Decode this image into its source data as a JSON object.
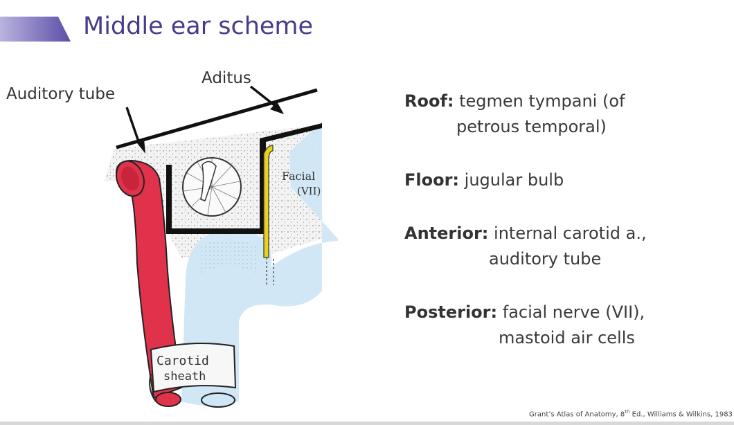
{
  "slide": {
    "title": "Middle ear scheme",
    "accent_color": "#5c4fa8"
  },
  "figure": {
    "labels": {
      "auditory_tube": "Auditory tube",
      "aditus": "Aditus",
      "facial": "Facial",
      "facial_numeral": "(VII)",
      "carotid": "Carotid",
      "sheath": "sheath"
    },
    "colors": {
      "carotid_artery": "#e0324a",
      "jugular": "#cfe6f5",
      "facial_nerve": "#e8d21a",
      "bone": "#f4f4f4"
    }
  },
  "walls": [
    {
      "name": "Roof:",
      "line1": " tegmen tympani (of",
      "line2": "petrous temporal)"
    },
    {
      "name": "Floor:",
      "line1": " jugular bulb",
      "line2": ""
    },
    {
      "name": "Anterior:",
      "line1": " internal carotid a.,",
      "line2": "auditory tube"
    },
    {
      "name": "Posterior:",
      "line1": " facial nerve (VII),",
      "line2": "mastoid air cells"
    }
  ],
  "citation": {
    "pre": "Grant’s Atlas of Anatomy, 8",
    "sup": "th",
    "post": " Ed., Williams & Wilkins, 1983"
  }
}
